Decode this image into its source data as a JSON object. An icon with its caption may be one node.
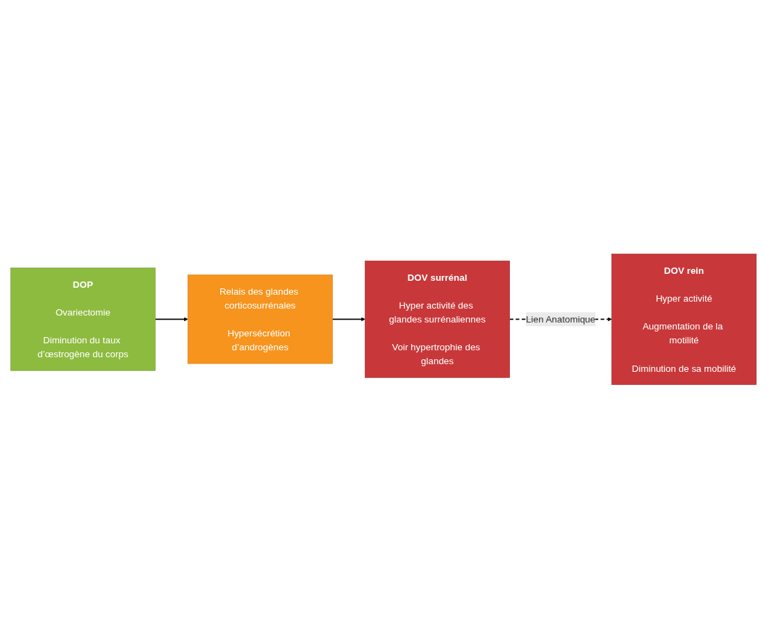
{
  "diagram": {
    "nodes": [
      {
        "text": [
          "DOP",
          "Ovariectomie",
          "Diminution du taux d’œstrogène du corps"
        ]
      },
      {
        "text": [
          "Relais des glandes corticosurrénales",
          "Hypersécrétion d’androgènes"
        ]
      },
      {
        "text": [
          "DOV surrénal",
          "Hyper activité des glandes surrénaliennes",
          "Voir hypertrophie des glandes"
        ]
      },
      {
        "text": [
          "DOV rein",
          "Hyper activité",
          "Augmentation de la motilité",
          "Diminution de sa mobilité"
        ]
      }
    ],
    "edges": [
      {
        "from": 0,
        "to": 1,
        "arrow": "to"
      },
      {
        "from": 1,
        "to": 2,
        "arrow": "to"
      },
      {
        "from": 2,
        "to": 3,
        "arrow": "to",
        "label": "Lien Anatomique",
        "style": "dashed"
      }
    ]
  }
}
